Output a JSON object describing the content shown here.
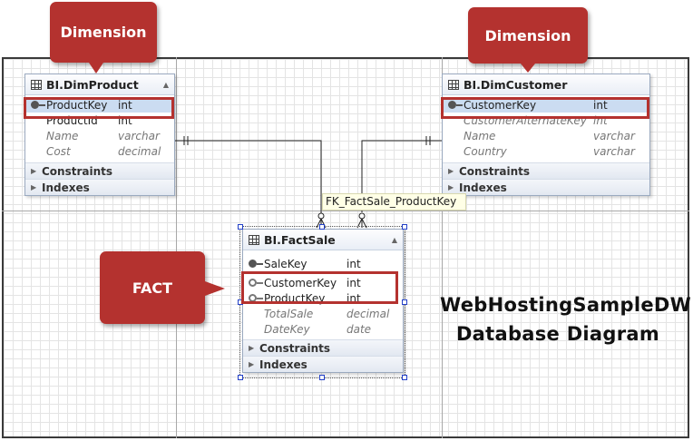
{
  "callouts": {
    "dim_left": "Dimension",
    "dim_right": "Dimension",
    "fact": "FACT"
  },
  "tables": {
    "dim_product": {
      "name": "BI.DimProduct",
      "fields": [
        {
          "name": "ProductKey",
          "type": "int"
        },
        {
          "name": "ProductId",
          "type": "int"
        },
        {
          "name": "Name",
          "type": "varchar"
        },
        {
          "name": "Cost",
          "type": "decimal"
        }
      ],
      "sections": [
        "Constraints",
        "Indexes"
      ]
    },
    "dim_customer": {
      "name": "BI.DimCustomer",
      "fields": [
        {
          "name": "CustomerKey",
          "type": "int"
        },
        {
          "name": "CustomerAlternateKey",
          "type": "int"
        },
        {
          "name": "Name",
          "type": "varchar"
        },
        {
          "name": "Country",
          "type": "varchar"
        }
      ],
      "sections": [
        "Constraints",
        "Indexes"
      ]
    },
    "fact_sale": {
      "name": "BI.FactSale",
      "fields": [
        {
          "name": "SaleKey",
          "type": "int"
        },
        {
          "name": "CustomerKey",
          "type": "int"
        },
        {
          "name": "ProductKey",
          "type": "int"
        },
        {
          "name": "TotalSale",
          "type": "decimal"
        },
        {
          "name": "DateKey",
          "type": "date"
        }
      ],
      "sections": [
        "Constraints",
        "Indexes"
      ]
    }
  },
  "relationship_label": "FK_FactSale_ProductKey",
  "diagram_title": {
    "line1": "WebHostingSampleDW",
    "line2": "Database Diagram"
  },
  "colors": {
    "callout": "#b4322f",
    "pk_row": "#cbdcf1",
    "grid": "#e4e4e4"
  }
}
